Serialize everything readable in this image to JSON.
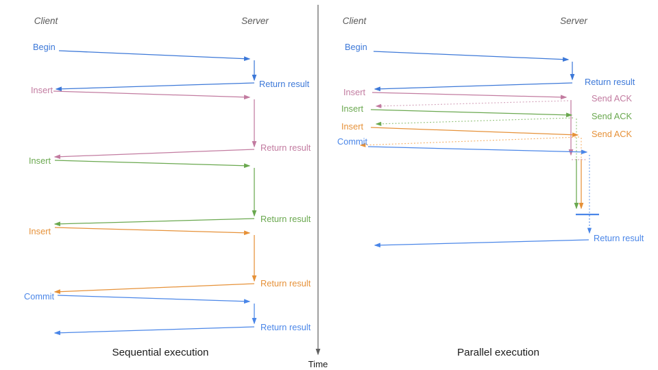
{
  "left_panel": {
    "title": "Sequential execution",
    "client_header": "Client",
    "server_header": "Server",
    "steps": [
      {
        "request": "Begin",
        "response": "Return result",
        "color": "#3c78d8"
      },
      {
        "request": "Insert",
        "response": "Return result",
        "color": "#c27ba0"
      },
      {
        "request": "Insert",
        "response": "Return result",
        "color": "#6aa84f"
      },
      {
        "request": "Insert",
        "response": "Return result",
        "color": "#e69138"
      },
      {
        "request": "Commit",
        "response": "Return result",
        "color": "#4a86e8"
      }
    ]
  },
  "right_panel": {
    "title": "Parallel execution",
    "client_header": "Client",
    "server_header": "Server",
    "steps": [
      {
        "request": "Begin",
        "response": "Return result",
        "color": "#3c78d8"
      },
      {
        "request": "Insert",
        "response": "Send ACK",
        "color": "#c27ba0"
      },
      {
        "request": "Insert",
        "response": "Send ACK",
        "color": "#6aa84f"
      },
      {
        "request": "Insert",
        "response": "Send ACK",
        "color": "#e69138"
      },
      {
        "request": "Commit",
        "response": "Return result",
        "color": "#4a86e8"
      }
    ]
  },
  "time_axis": {
    "label": "Time"
  },
  "colors": {
    "begin_blue": "#3c78d8",
    "commit_blue": "#4a86e8",
    "insert_pink": "#c27ba0",
    "insert_green": "#6aa84f",
    "insert_orange": "#e69138",
    "ack_pink_light": "#d5a6bd",
    "ack_green_light": "#93c47d",
    "ack_orange_light": "#f6b26b",
    "pending_blue_light": "#6d9eeb",
    "header_gray": "#595959",
    "axis_gray": "#5f5f5f"
  }
}
